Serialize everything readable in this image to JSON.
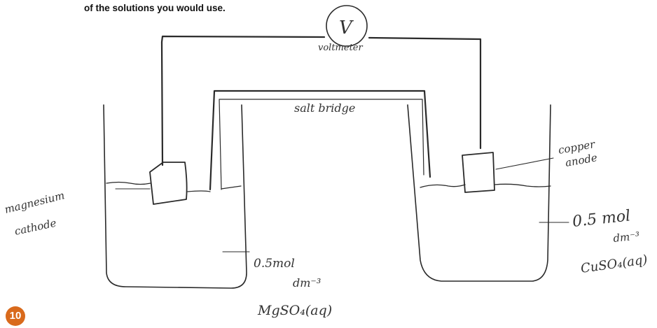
{
  "question": {
    "prompt_text": "of the solutions you would use.",
    "number_badge": "10"
  },
  "diagram": {
    "voltmeter_symbol": "V",
    "voltmeter_label": "voltmeter",
    "salt_bridge_label": "salt bridge",
    "left_electrode_label_line1": "magnesium",
    "left_electrode_label_line2": "cathode",
    "left_solution_line1": "0.5mol",
    "left_solution_line2": "dm⁻³",
    "left_solution_line3": "MgSO₄(aq)",
    "right_electrode_label_line1": "copper",
    "right_electrode_label_line2": "anode",
    "right_solution_line1": "0.5 mol",
    "right_solution_line2": "dm⁻³",
    "right_solution_line3": "CuSO₄(aq)"
  },
  "colors": {
    "badge": "#d96a1c",
    "ink": "#2a2a2a"
  }
}
